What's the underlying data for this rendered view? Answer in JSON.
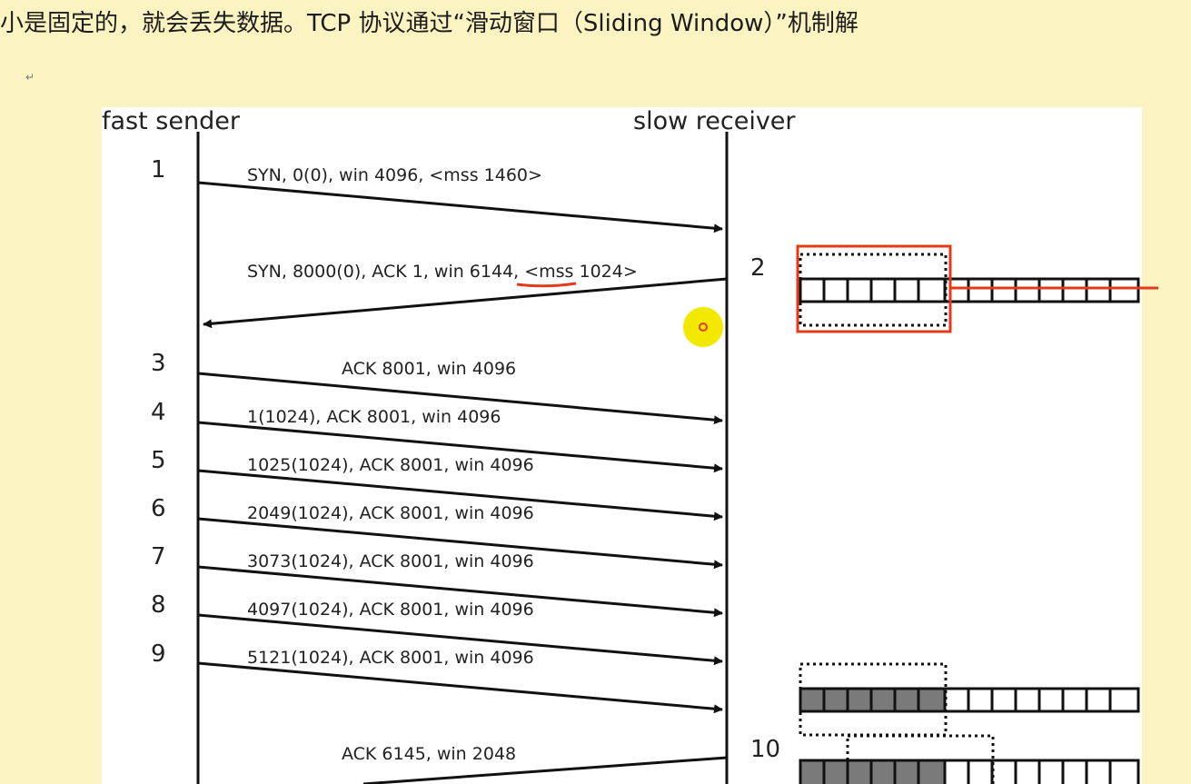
{
  "header_text": "小是固定的，就会丢失数据。TCP 协议通过“滑动窗口（Sliding  Window）”机制解",
  "para_mark": "↵",
  "diagram": {
    "sender_label": "fast sender",
    "receiver_label": "slow receiver",
    "steps": [
      {
        "num": "1",
        "msg": "SYN, 0(0), win 4096, <mss 1460>"
      },
      {
        "num": "2",
        "msg": "SYN, 8000(0), ACK 1, win 6144, <mss 1024>"
      },
      {
        "num": "3",
        "msg": "ACK 8001, win 4096"
      },
      {
        "num": "4",
        "msg": "1(1024), ACK 8001, win 4096"
      },
      {
        "num": "5",
        "msg": "1025(1024), ACK 8001, win 4096"
      },
      {
        "num": "6",
        "msg": "2049(1024), ACK 8001, win 4096"
      },
      {
        "num": "7",
        "msg": "3073(1024), ACK 8001, win 4096"
      },
      {
        "num": "8",
        "msg": "4097(1024), ACK 8001, win 4096"
      },
      {
        "num": "9",
        "msg": "5121(1024), ACK 8001, win 4096"
      },
      {
        "num": "10",
        "msg": "ACK 6145, win 2048"
      }
    ],
    "annotation_color": "#e53a1a"
  }
}
